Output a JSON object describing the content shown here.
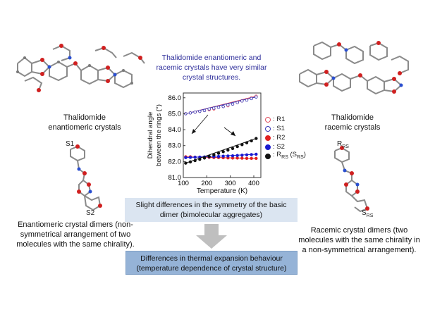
{
  "title_note": "Thalidomide enantiomeric and racemic crystals have very similar crystal structures.",
  "left": {
    "crystal_caption_1": "Thalidomide",
    "crystal_caption_2": "enantiomeric crystals",
    "dimer_label_top": "S1",
    "dimer_label_bottom": "S2",
    "dimer_caption": "Enantiomeric crystal dimers (non-symmetrical arrangement of two molecules with the same chirality)."
  },
  "right": {
    "crystal_caption_1": "Thalidomide",
    "crystal_caption_2": "racemic crystals",
    "dimer_label_top": "R",
    "dimer_label_top_sub": "RS",
    "dimer_label_bottom": "S",
    "dimer_label_bottom_sub": "RS",
    "dimer_caption": "Racemic crystal dimers (two molecules with the same chirality in a non-symmetrical arrangement)."
  },
  "flow": {
    "box1": "Slight differences in the symmetry of the basic dimer (bimolecular aggregates)",
    "box2": "Differences in thermal expansion behaviour (temperature dependence of crystal structure)"
  },
  "legend": [
    {
      "marker": "○",
      "label": ": R1",
      "color": "#e05060",
      "filled": false
    },
    {
      "marker": "○",
      "label": ": S1",
      "color": "#3a3ab8",
      "filled": false
    },
    {
      "marker": "●",
      "label": ": R2",
      "color": "#e02020",
      "filled": true
    },
    {
      "marker": "●",
      "label": ": S2",
      "color": "#1a1ad0",
      "filled": true
    },
    {
      "marker": "●",
      "label": ": R",
      "label_sub": "RS",
      "label_mid": " (S",
      "label_sub2": "RS",
      "label_end": ")",
      "color": "#111111",
      "filled": true
    }
  ],
  "chart_data": {
    "type": "scatter",
    "xlabel": "Temperature (K)",
    "ylabel_line1": "Dihendral angle",
    "ylabel_line2": "between the rings (°)",
    "xlim": [
      100,
      430
    ],
    "ylim": [
      81.0,
      86.3
    ],
    "xticks": [
      100,
      200,
      300,
      400
    ],
    "yticks": [
      81.0,
      82.0,
      83.0,
      84.0,
      85.0,
      86.0
    ],
    "ytick_labels": [
      "81.0",
      "82.0",
      "83.0",
      "84.0",
      "85.0",
      "86.0"
    ],
    "series": [
      {
        "name": "R1",
        "color": "#e05060",
        "filled": false,
        "x": [
          110,
          130,
          150,
          170,
          190,
          210,
          230,
          250,
          270,
          290,
          310,
          330,
          350,
          370,
          390,
          410
        ],
        "y": [
          85.0,
          85.05,
          85.1,
          85.15,
          85.2,
          85.25,
          85.3,
          85.4,
          85.45,
          85.5,
          85.6,
          85.7,
          85.8,
          85.9,
          86.0,
          86.1
        ]
      },
      {
        "name": "S1",
        "color": "#3a3ab8",
        "filled": false,
        "x": [
          110,
          130,
          150,
          170,
          190,
          210,
          230,
          250,
          270,
          290,
          310,
          330,
          350,
          370,
          390,
          410
        ],
        "y": [
          85.0,
          85.05,
          85.1,
          85.15,
          85.2,
          85.3,
          85.35,
          85.4,
          85.45,
          85.55,
          85.6,
          85.7,
          85.8,
          85.85,
          85.95,
          86.05
        ]
      },
      {
        "name": "R2",
        "color": "#e02020",
        "filled": true,
        "x": [
          110,
          130,
          150,
          170,
          190,
          210,
          230,
          250,
          270,
          290,
          310,
          330,
          350,
          370,
          390,
          410
        ],
        "y": [
          82.3,
          82.3,
          82.28,
          82.28,
          82.27,
          82.26,
          82.25,
          82.25,
          82.24,
          82.23,
          82.22,
          82.22,
          82.21,
          82.2,
          82.2,
          82.2
        ]
      },
      {
        "name": "S2",
        "color": "#1a1ad0",
        "filled": true,
        "x": [
          110,
          130,
          150,
          170,
          190,
          210,
          230,
          250,
          270,
          290,
          310,
          330,
          350,
          370,
          390,
          410
        ],
        "y": [
          82.25,
          82.26,
          82.27,
          82.28,
          82.29,
          82.3,
          82.31,
          82.32,
          82.34,
          82.35,
          82.36,
          82.38,
          82.4,
          82.42,
          82.44,
          82.46
        ]
      },
      {
        "name": "RRS (SRS)",
        "color": "#111111",
        "filled": true,
        "x": [
          110,
          130,
          150,
          170,
          190,
          210,
          230,
          250,
          270,
          290,
          310,
          330,
          350,
          370,
          390,
          410
        ],
        "y": [
          81.9,
          81.98,
          82.06,
          82.14,
          82.22,
          82.32,
          82.42,
          82.52,
          82.62,
          82.72,
          82.82,
          82.94,
          83.06,
          83.18,
          83.3,
          83.45
        ]
      }
    ]
  }
}
